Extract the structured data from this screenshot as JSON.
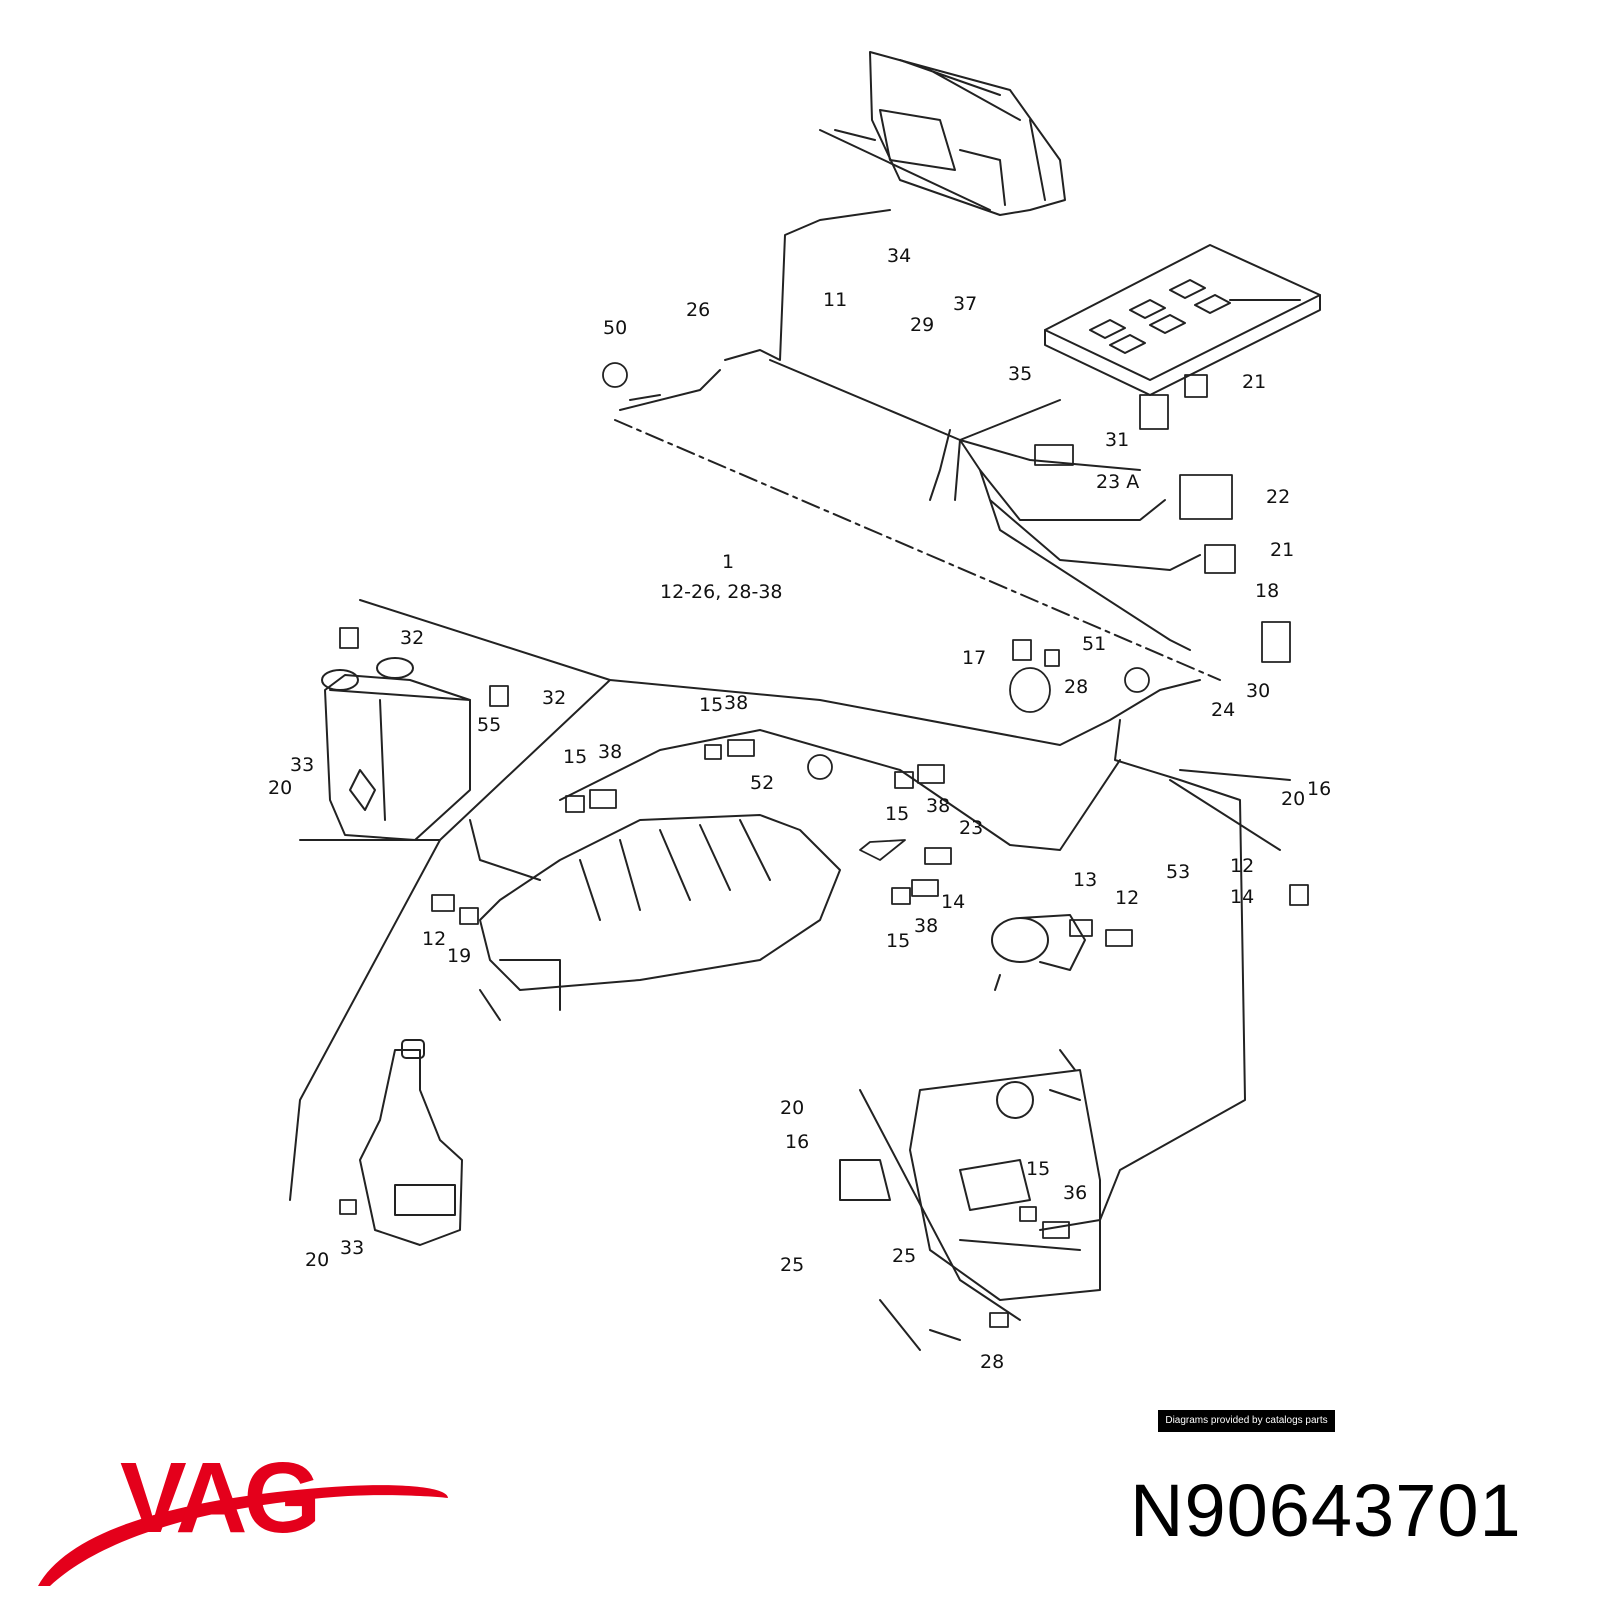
{
  "diagram": {
    "callouts": [
      "34",
      "11",
      "26",
      "50",
      "29",
      "37",
      "35",
      "21",
      "31",
      "23 A",
      "22",
      "21",
      "1",
      "12-26, 28-38",
      "18",
      "32",
      "32",
      "17",
      "51",
      "28",
      "15",
      "38",
      "55",
      "30",
      "24",
      "33",
      "20",
      "15",
      "38",
      "52",
      "15",
      "38",
      "16",
      "20",
      "23",
      "53",
      "12",
      "14",
      "14",
      "13",
      "12",
      "12",
      "19",
      "15",
      "38",
      "20",
      "16",
      "15",
      "36",
      "25",
      "25",
      "20",
      "33",
      "28"
    ]
  },
  "badge": {
    "text": "Diagrams provided by catalogs parts"
  },
  "brand": {
    "name": "VAG",
    "color": "#e4001b"
  },
  "part_number": "N90643701"
}
